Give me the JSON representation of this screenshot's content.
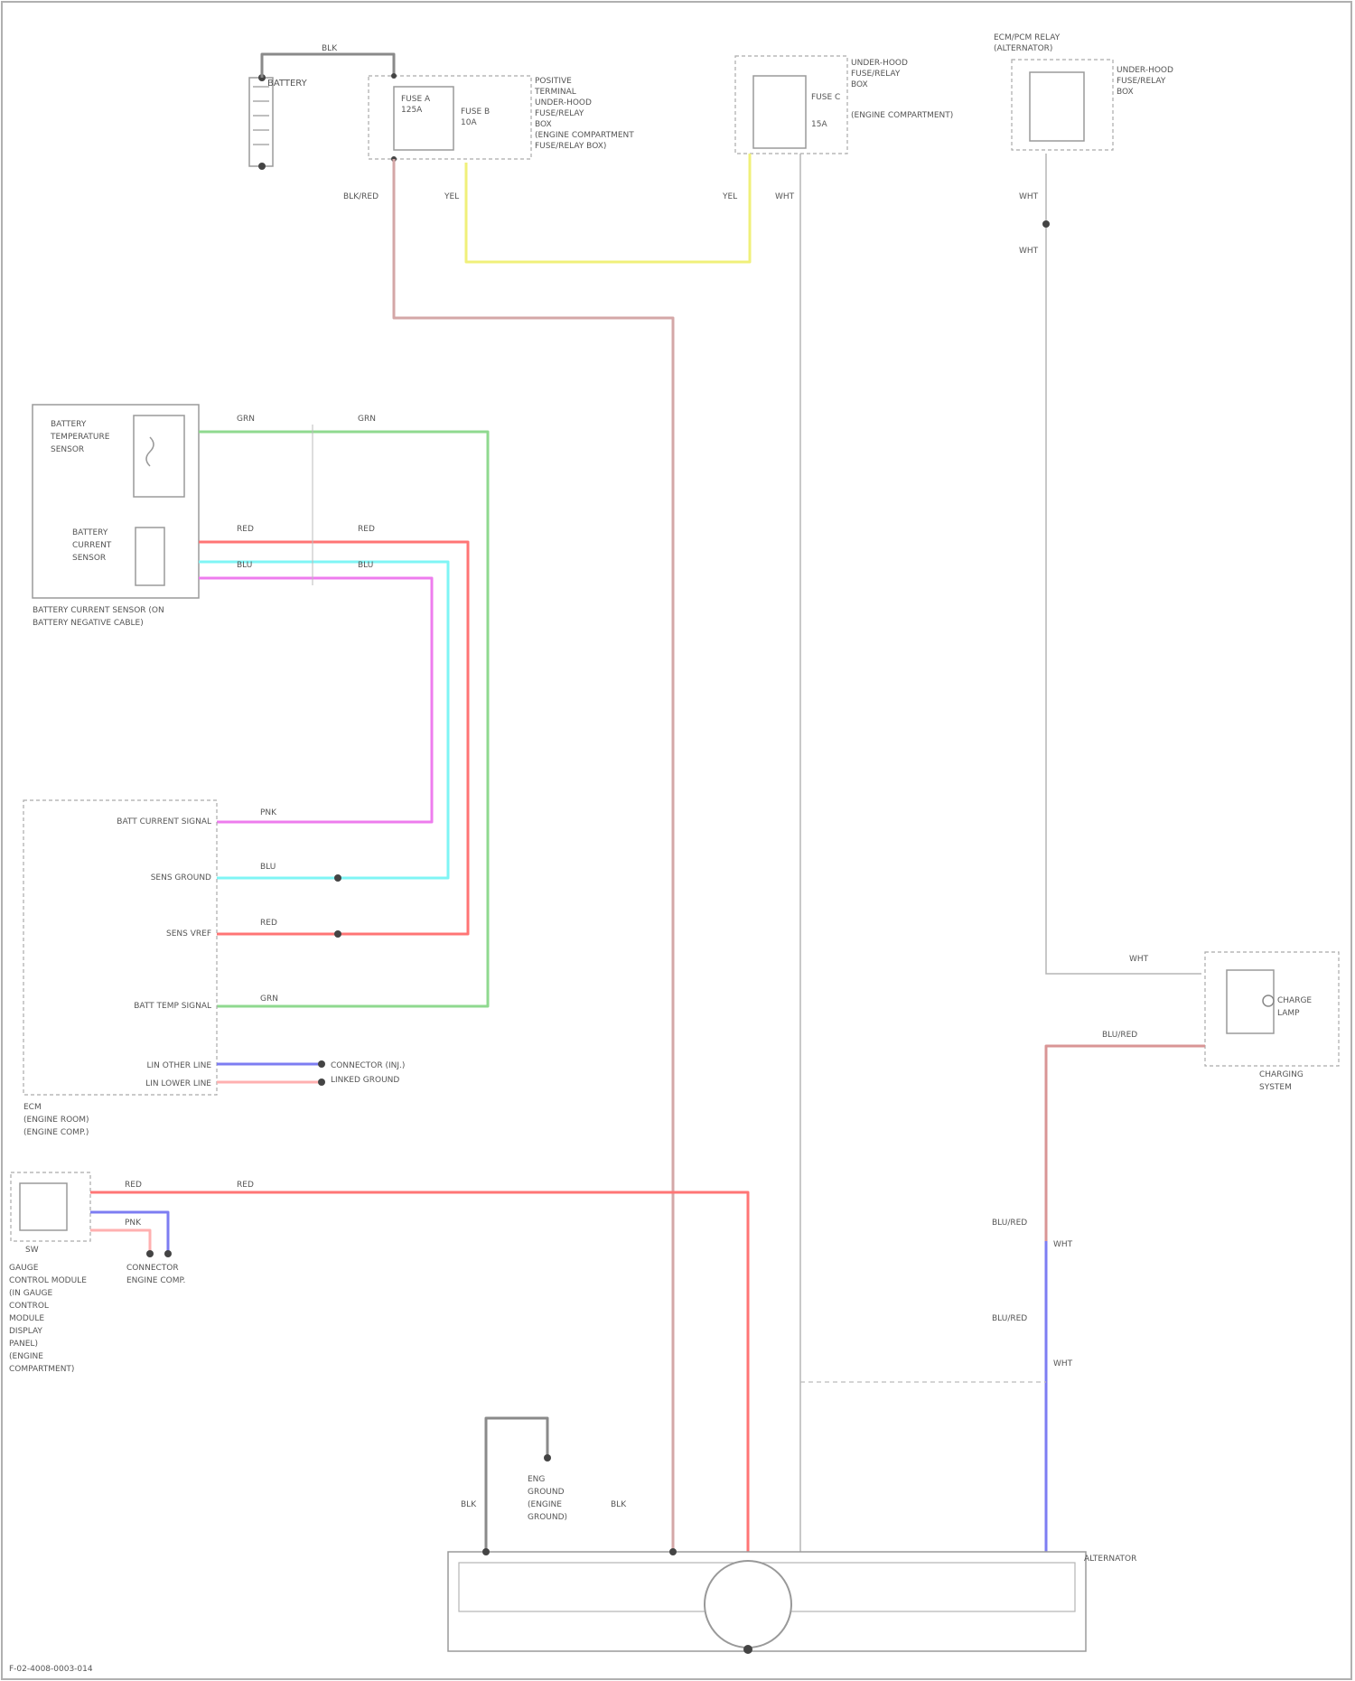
{
  "diagram": {
    "components": {
      "battery": {
        "label": "BATTERY"
      },
      "positive_terminal_fuse": {
        "lines": [
          "POSITIVE",
          "TERMINAL",
          "(ENGINE COMPARTMENT",
          "FUSE/RELAY BOX)"
        ],
        "fuse_label": "FUSE A",
        "fuse_sub": "125A"
      },
      "underhood_fuse": {
        "lines": [
          "UNDER-HOOD",
          "FUSE/RELAY",
          "BOX",
          "(ENGINE COMPARTMENT)"
        ],
        "fuse_label": "FUSE B",
        "fuse_sub": "10A"
      },
      "ecm_relay": {
        "lines": [
          "ECM/PCM RELAY",
          "(ALTERNATOR)"
        ],
        "right_lines": [
          "UNDER-HOOD",
          "FUSE/RELAY",
          "BOX"
        ],
        "fuse_label": "FUSE C",
        "fuse_sub": "15A"
      },
      "battery_sensor_box": {
        "temp_sensor": [
          "BATTERY",
          "TEMPERATURE",
          "SENSOR"
        ],
        "current_sensor": [
          "BATTERY",
          "CURRENT",
          "SENSOR"
        ],
        "caption": [
          "BATTERY CURRENT SENSOR (ON",
          "BATTERY NEGATIVE CABLE)"
        ]
      },
      "pcm": {
        "pins": [
          "BATT CURRENT SIGNAL",
          "SENS GROUND",
          "SENS VREF",
          "BATT TEMP SIGNAL",
          "LIN OTHER LINE",
          "LIN LOWER LINE"
        ],
        "caption": [
          "ECM",
          "(ENGINE ROOM)",
          "(ENGINE COMP.)"
        ],
        "splice_labels": [
          "CONNECTOR (INJ.)",
          "LINKED GROUND"
        ]
      },
      "gauge_control": {
        "caption": [
          "GAUGE",
          "CONTROL MODULE",
          "(IN GAUGE",
          "CONTROL",
          "MODULE",
          "DISPLAY",
          "PANEL)",
          "(ENGINE",
          "COMPARTMENT)"
        ],
        "connector_labels": [
          "CONNECTOR",
          "ENGINE COMP."
        ],
        "inner": "SW"
      },
      "charge_lamp": {
        "lines": [
          "CHARGE",
          "LAMP"
        ],
        "caption": [
          "CHARGING",
          "SYSTEM"
        ]
      },
      "ground_note": {
        "lines": [
          "ENG",
          "GROUND",
          "(ENGINE",
          "GROUND)"
        ]
      },
      "alternator": {
        "label": "ALTERNATOR"
      }
    },
    "wire_colors": {
      "ignition": "#f0f07a",
      "battery_pos": "#ff7575",
      "fuse_out": "#d4a7a7",
      "cyan": "#7ff5f5",
      "magenta": "#ee7cee",
      "green": "#8fd98f",
      "blue": "#7d7df2",
      "alt_signal": "#d99595",
      "gray": "#b5b5b5"
    },
    "wire_labels": [
      "BLK",
      "BLK/RED",
      "YEL",
      "WHT",
      "WHT",
      "WHT",
      "WHT",
      "GRN",
      "GRN",
      "RED",
      "RED",
      "BLU",
      "BLU",
      "PNK",
      "PNK",
      "GRN",
      "BLU",
      "RED",
      "RED",
      "WHT",
      "BLU/RED",
      "WHT",
      "YEL",
      "BLK",
      "BLK",
      "RED",
      "BLU/RED",
      "BLU/RED"
    ],
    "footer": "F-02-4008-0003-014"
  }
}
